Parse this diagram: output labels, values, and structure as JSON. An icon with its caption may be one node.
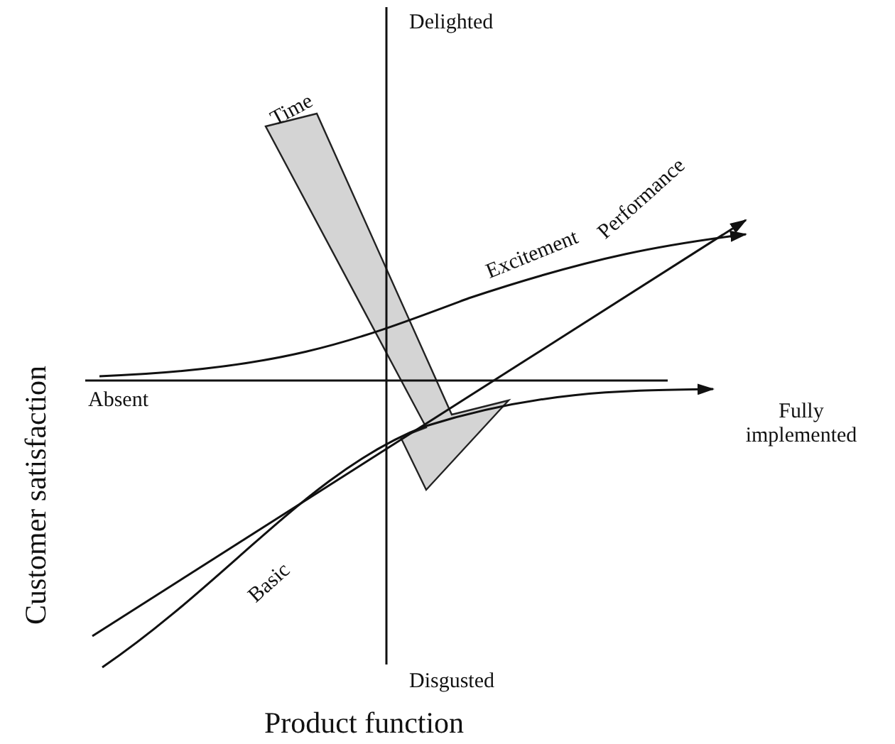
{
  "diagram": {
    "labels": [
      "Delighted",
      "Time",
      "Excitement",
      "Performance",
      "Customer satisfaction",
      "Absent",
      "Fully implemented",
      "Basic",
      "Disgusted",
      "Product function"
    ]
  }
}
